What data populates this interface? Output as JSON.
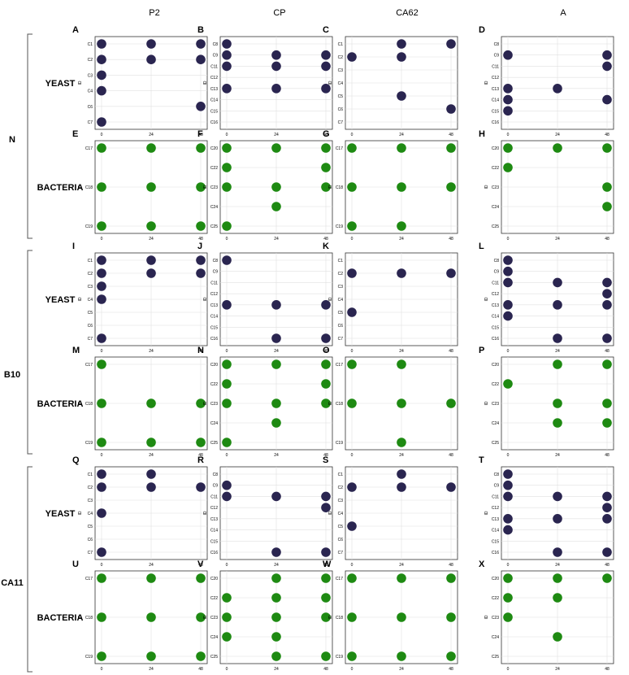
{
  "colors": {
    "yeast": "#2a2550",
    "bacteria": "#1e8a12",
    "grid": "#e0e0e0",
    "frame": "#333333"
  },
  "columns": [
    "P2",
    "CP",
    "CA62",
    "A"
  ],
  "groups": [
    {
      "label": "N",
      "rows": [
        "YEAST",
        "BACTERIA"
      ]
    },
    {
      "label": "B10",
      "rows": [
        "YEAST",
        "BACTERIA"
      ]
    },
    {
      "label": "CA11",
      "rows": [
        "YEAST",
        "BACTERIA"
      ]
    }
  ],
  "chart_data": [
    {
      "panel": "A",
      "type": "scatter",
      "organism": "yeast",
      "xlabel": "",
      "ylabel": "ID",
      "x_ticks": [
        "0",
        "24",
        "48"
      ],
      "y_categories": [
        "C1",
        "C2",
        "C3",
        "C4",
        "C6",
        "C7"
      ],
      "points": [
        [
          "0",
          "C1"
        ],
        [
          "24",
          "C1"
        ],
        [
          "48",
          "C1"
        ],
        [
          "0",
          "C2"
        ],
        [
          "24",
          "C2"
        ],
        [
          "48",
          "C2"
        ],
        [
          "0",
          "C3"
        ],
        [
          "0",
          "C4"
        ],
        [
          "48",
          "C6"
        ],
        [
          "0",
          "C7"
        ]
      ]
    },
    {
      "panel": "B",
      "type": "scatter",
      "organism": "yeast",
      "xlabel": "",
      "ylabel": "ID",
      "x_ticks": [
        "0",
        "24",
        "48"
      ],
      "y_categories": [
        "C8",
        "C9",
        "C11",
        "C12",
        "C13",
        "C14",
        "C15",
        "C16"
      ],
      "points": [
        [
          "0",
          "C8"
        ],
        [
          "0",
          "C9"
        ],
        [
          "24",
          "C9"
        ],
        [
          "48",
          "C9"
        ],
        [
          "0",
          "C11"
        ],
        [
          "24",
          "C11"
        ],
        [
          "48",
          "C11"
        ],
        [
          "0",
          "C13"
        ],
        [
          "24",
          "C13"
        ],
        [
          "48",
          "C13"
        ]
      ]
    },
    {
      "panel": "C",
      "type": "scatter",
      "organism": "yeast",
      "xlabel": "",
      "ylabel": "ID",
      "x_ticks": [
        "0",
        "24",
        "48"
      ],
      "y_categories": [
        "C1",
        "C2",
        "C3",
        "C4",
        "C5",
        "C6",
        "C7"
      ],
      "points": [
        [
          "24",
          "C1"
        ],
        [
          "48",
          "C1"
        ],
        [
          "0",
          "C2"
        ],
        [
          "24",
          "C2"
        ],
        [
          "24",
          "C5"
        ],
        [
          "48",
          "C6"
        ]
      ]
    },
    {
      "panel": "D",
      "type": "scatter",
      "organism": "yeast",
      "xlabel": "",
      "ylabel": "ID",
      "x_ticks": [
        "0",
        "24",
        "48"
      ],
      "y_categories": [
        "C8",
        "C9",
        "C11",
        "C12",
        "C13",
        "C14",
        "C15",
        "C16"
      ],
      "points": [
        [
          "0",
          "C9"
        ],
        [
          "48",
          "C9"
        ],
        [
          "48",
          "C11"
        ],
        [
          "0",
          "C13"
        ],
        [
          "24",
          "C13"
        ],
        [
          "0",
          "C14"
        ],
        [
          "48",
          "C14"
        ],
        [
          "0",
          "C15"
        ]
      ]
    },
    {
      "panel": "E",
      "type": "scatter",
      "organism": "bacteria",
      "xlabel": "",
      "ylabel": "ID",
      "x_ticks": [
        "0",
        "24",
        "48"
      ],
      "y_categories": [
        "C17",
        "C18",
        "C19"
      ],
      "points": [
        [
          "0",
          "C17"
        ],
        [
          "24",
          "C17"
        ],
        [
          "48",
          "C17"
        ],
        [
          "0",
          "C18"
        ],
        [
          "24",
          "C18"
        ],
        [
          "48",
          "C18"
        ],
        [
          "0",
          "C19"
        ],
        [
          "24",
          "C19"
        ],
        [
          "48",
          "C19"
        ]
      ]
    },
    {
      "panel": "F",
      "type": "scatter",
      "organism": "bacteria",
      "xlabel": "",
      "ylabel": "ID",
      "x_ticks": [
        "0",
        "24",
        "48"
      ],
      "y_categories": [
        "C20",
        "C22",
        "C23",
        "C24",
        "C25"
      ],
      "points": [
        [
          "0",
          "C20"
        ],
        [
          "24",
          "C20"
        ],
        [
          "48",
          "C20"
        ],
        [
          "0",
          "C22"
        ],
        [
          "48",
          "C22"
        ],
        [
          "0",
          "C23"
        ],
        [
          "24",
          "C23"
        ],
        [
          "48",
          "C23"
        ],
        [
          "24",
          "C24"
        ],
        [
          "0",
          "C25"
        ]
      ]
    },
    {
      "panel": "G",
      "type": "scatter",
      "organism": "bacteria",
      "xlabel": "",
      "ylabel": "ID",
      "x_ticks": [
        "0",
        "24",
        "48"
      ],
      "y_categories": [
        "C17",
        "C18",
        "C19"
      ],
      "points": [
        [
          "0",
          "C17"
        ],
        [
          "24",
          "C17"
        ],
        [
          "48",
          "C17"
        ],
        [
          "0",
          "C18"
        ],
        [
          "24",
          "C18"
        ],
        [
          "48",
          "C18"
        ],
        [
          "0",
          "C19"
        ],
        [
          "24",
          "C19"
        ]
      ]
    },
    {
      "panel": "H",
      "type": "scatter",
      "organism": "bacteria",
      "xlabel": "",
      "ylabel": "ID",
      "x_ticks": [
        "0",
        "24",
        "48"
      ],
      "y_categories": [
        "C20",
        "C22",
        "C23",
        "C24",
        "C25"
      ],
      "points": [
        [
          "0",
          "C20"
        ],
        [
          "24",
          "C20"
        ],
        [
          "48",
          "C20"
        ],
        [
          "0",
          "C22"
        ],
        [
          "48",
          "C23"
        ],
        [
          "48",
          "C24"
        ]
      ]
    },
    {
      "panel": "I",
      "type": "scatter",
      "organism": "yeast",
      "xlabel": "",
      "ylabel": "ID",
      "x_ticks": [
        "0",
        "24",
        "48"
      ],
      "y_categories": [
        "C1",
        "C2",
        "C3",
        "C4",
        "C5",
        "C6",
        "C7"
      ],
      "points": [
        [
          "0",
          "C1"
        ],
        [
          "24",
          "C1"
        ],
        [
          "48",
          "C1"
        ],
        [
          "0",
          "C2"
        ],
        [
          "24",
          "C2"
        ],
        [
          "48",
          "C2"
        ],
        [
          "0",
          "C3"
        ],
        [
          "0",
          "C4"
        ],
        [
          "0",
          "C7"
        ]
      ]
    },
    {
      "panel": "J",
      "type": "scatter",
      "organism": "yeast",
      "xlabel": "",
      "ylabel": "ID",
      "x_ticks": [
        "0",
        "24",
        "48"
      ],
      "y_categories": [
        "C8",
        "C9",
        "C11",
        "C12",
        "C13",
        "C14",
        "C15",
        "C16"
      ],
      "points": [
        [
          "0",
          "C8"
        ],
        [
          "0",
          "C13"
        ],
        [
          "24",
          "C13"
        ],
        [
          "48",
          "C13"
        ],
        [
          "24",
          "C16"
        ],
        [
          "48",
          "C16"
        ]
      ]
    },
    {
      "panel": "K",
      "type": "scatter",
      "organism": "yeast",
      "xlabel": "",
      "ylabel": "ID",
      "x_ticks": [
        "0",
        "24",
        "48"
      ],
      "y_categories": [
        "C1",
        "C2",
        "C3",
        "C4",
        "C5",
        "C6",
        "C7"
      ],
      "points": [
        [
          "0",
          "C2"
        ],
        [
          "24",
          "C2"
        ],
        [
          "48",
          "C2"
        ],
        [
          "0",
          "C5"
        ]
      ]
    },
    {
      "panel": "L",
      "type": "scatter",
      "organism": "yeast",
      "xlabel": "",
      "ylabel": "ID",
      "x_ticks": [
        "0",
        "24",
        "48"
      ],
      "y_categories": [
        "C8",
        "C9",
        "C11",
        "C12",
        "C13",
        "C14",
        "C15",
        "C16"
      ],
      "points": [
        [
          "0",
          "C8"
        ],
        [
          "0",
          "C9"
        ],
        [
          "0",
          "C11"
        ],
        [
          "24",
          "C11"
        ],
        [
          "48",
          "C11"
        ],
        [
          "48",
          "C12"
        ],
        [
          "0",
          "C13"
        ],
        [
          "24",
          "C13"
        ],
        [
          "48",
          "C13"
        ],
        [
          "0",
          "C14"
        ],
        [
          "24",
          "C16"
        ],
        [
          "48",
          "C16"
        ]
      ]
    },
    {
      "panel": "M",
      "type": "scatter",
      "organism": "bacteria",
      "xlabel": "",
      "ylabel": "ID",
      "x_ticks": [
        "0",
        "24",
        "48"
      ],
      "y_categories": [
        "C17",
        "C18",
        "C19"
      ],
      "points": [
        [
          "0",
          "C17"
        ],
        [
          "0",
          "C18"
        ],
        [
          "24",
          "C18"
        ],
        [
          "48",
          "C18"
        ],
        [
          "0",
          "C19"
        ],
        [
          "24",
          "C19"
        ],
        [
          "48",
          "C19"
        ]
      ]
    },
    {
      "panel": "N",
      "type": "scatter",
      "organism": "bacteria",
      "xlabel": "",
      "ylabel": "ID",
      "x_ticks": [
        "0",
        "24",
        "48"
      ],
      "y_categories": [
        "C20",
        "C22",
        "C23",
        "C24",
        "C25"
      ],
      "points": [
        [
          "0",
          "C20"
        ],
        [
          "24",
          "C20"
        ],
        [
          "48",
          "C20"
        ],
        [
          "0",
          "C22"
        ],
        [
          "48",
          "C22"
        ],
        [
          "0",
          "C23"
        ],
        [
          "24",
          "C23"
        ],
        [
          "48",
          "C23"
        ],
        [
          "24",
          "C24"
        ],
        [
          "0",
          "C25"
        ]
      ]
    },
    {
      "panel": "O",
      "type": "scatter",
      "organism": "bacteria",
      "xlabel": "",
      "ylabel": "ID",
      "x_ticks": [
        "0",
        "24",
        "48"
      ],
      "y_categories": [
        "C17",
        "C18",
        "C19"
      ],
      "points": [
        [
          "0",
          "C17"
        ],
        [
          "24",
          "C17"
        ],
        [
          "0",
          "C18"
        ],
        [
          "24",
          "C18"
        ],
        [
          "48",
          "C18"
        ],
        [
          "24",
          "C19"
        ]
      ]
    },
    {
      "panel": "P",
      "type": "scatter",
      "organism": "bacteria",
      "xlabel": "",
      "ylabel": "ID",
      "x_ticks": [
        "0",
        "24",
        "48"
      ],
      "y_categories": [
        "C20",
        "C22",
        "C23",
        "C24",
        "C25"
      ],
      "points": [
        [
          "24",
          "C20"
        ],
        [
          "48",
          "C20"
        ],
        [
          "0",
          "C22"
        ],
        [
          "24",
          "C23"
        ],
        [
          "48",
          "C23"
        ],
        [
          "24",
          "C24"
        ],
        [
          "48",
          "C24"
        ]
      ]
    },
    {
      "panel": "Q",
      "type": "scatter",
      "organism": "yeast",
      "xlabel": "",
      "ylabel": "ID",
      "x_ticks": [
        "0",
        "24",
        "48"
      ],
      "y_categories": [
        "C1",
        "C2",
        "C3",
        "C4",
        "C5",
        "C6",
        "C7"
      ],
      "points": [
        [
          "0",
          "C1"
        ],
        [
          "24",
          "C1"
        ],
        [
          "0",
          "C2"
        ],
        [
          "24",
          "C2"
        ],
        [
          "48",
          "C2"
        ],
        [
          "0",
          "C4"
        ],
        [
          "0",
          "C7"
        ]
      ]
    },
    {
      "panel": "R",
      "type": "scatter",
      "organism": "yeast",
      "xlabel": "",
      "ylabel": "ID",
      "x_ticks": [
        "0",
        "24",
        "48"
      ],
      "y_categories": [
        "C8",
        "C9",
        "C11",
        "C12",
        "C13",
        "C14",
        "C15",
        "C16"
      ],
      "points": [
        [
          "0",
          "C9"
        ],
        [
          "0",
          "C11"
        ],
        [
          "24",
          "C11"
        ],
        [
          "48",
          "C11"
        ],
        [
          "48",
          "C12"
        ],
        [
          "24",
          "C16"
        ],
        [
          "48",
          "C16"
        ]
      ]
    },
    {
      "panel": "S",
      "type": "scatter",
      "organism": "yeast",
      "xlabel": "",
      "ylabel": "ID",
      "x_ticks": [
        "0",
        "24",
        "48"
      ],
      "y_categories": [
        "C1",
        "C2",
        "C3",
        "C4",
        "C5",
        "C6",
        "C7"
      ],
      "points": [
        [
          "24",
          "C1"
        ],
        [
          "0",
          "C2"
        ],
        [
          "24",
          "C2"
        ],
        [
          "48",
          "C2"
        ],
        [
          "0",
          "C5"
        ]
      ]
    },
    {
      "panel": "T",
      "type": "scatter",
      "organism": "yeast",
      "xlabel": "",
      "ylabel": "ID",
      "x_ticks": [
        "0",
        "24",
        "48"
      ],
      "y_categories": [
        "C8",
        "C9",
        "C11",
        "C12",
        "C13",
        "C14",
        "C15",
        "C16"
      ],
      "points": [
        [
          "0",
          "C8"
        ],
        [
          "0",
          "C9"
        ],
        [
          "0",
          "C11"
        ],
        [
          "24",
          "C11"
        ],
        [
          "48",
          "C11"
        ],
        [
          "48",
          "C12"
        ],
        [
          "0",
          "C13"
        ],
        [
          "24",
          "C13"
        ],
        [
          "48",
          "C13"
        ],
        [
          "0",
          "C14"
        ],
        [
          "24",
          "C16"
        ],
        [
          "48",
          "C16"
        ]
      ]
    },
    {
      "panel": "U",
      "type": "scatter",
      "organism": "bacteria",
      "xlabel": "",
      "ylabel": "ID",
      "x_ticks": [
        "0",
        "24",
        "48"
      ],
      "y_categories": [
        "C17",
        "C18",
        "C19"
      ],
      "points": [
        [
          "0",
          "C17"
        ],
        [
          "24",
          "C17"
        ],
        [
          "48",
          "C17"
        ],
        [
          "0",
          "C18"
        ],
        [
          "24",
          "C18"
        ],
        [
          "48",
          "C18"
        ],
        [
          "0",
          "C19"
        ],
        [
          "24",
          "C19"
        ],
        [
          "48",
          "C19"
        ]
      ]
    },
    {
      "panel": "V",
      "type": "scatter",
      "organism": "bacteria",
      "xlabel": "",
      "ylabel": "ID",
      "x_ticks": [
        "0",
        "24",
        "48"
      ],
      "y_categories": [
        "C20",
        "C22",
        "C23",
        "C24",
        "C25"
      ],
      "points": [
        [
          "24",
          "C20"
        ],
        [
          "48",
          "C20"
        ],
        [
          "0",
          "C22"
        ],
        [
          "24",
          "C22"
        ],
        [
          "48",
          "C22"
        ],
        [
          "0",
          "C23"
        ],
        [
          "24",
          "C23"
        ],
        [
          "48",
          "C23"
        ],
        [
          "0",
          "C24"
        ],
        [
          "24",
          "C24"
        ],
        [
          "24",
          "C25"
        ],
        [
          "48",
          "C25"
        ]
      ]
    },
    {
      "panel": "W",
      "type": "scatter",
      "organism": "bacteria",
      "xlabel": "",
      "ylabel": "ID",
      "x_ticks": [
        "0",
        "24",
        "48"
      ],
      "y_categories": [
        "C17",
        "C18",
        "C19"
      ],
      "points": [
        [
          "0",
          "C17"
        ],
        [
          "24",
          "C17"
        ],
        [
          "48",
          "C17"
        ],
        [
          "0",
          "C18"
        ],
        [
          "24",
          "C18"
        ],
        [
          "48",
          "C18"
        ],
        [
          "0",
          "C19"
        ],
        [
          "24",
          "C19"
        ],
        [
          "48",
          "C19"
        ]
      ]
    },
    {
      "panel": "X",
      "type": "scatter",
      "organism": "bacteria",
      "xlabel": "",
      "ylabel": "ID",
      "x_ticks": [
        "0",
        "24",
        "48"
      ],
      "y_categories": [
        "C20",
        "C22",
        "C23",
        "C24",
        "C25"
      ],
      "points": [
        [
          "0",
          "C20"
        ],
        [
          "24",
          "C20"
        ],
        [
          "48",
          "C20"
        ],
        [
          "0",
          "C22"
        ],
        [
          "24",
          "C22"
        ],
        [
          "0",
          "C23"
        ],
        [
          "24",
          "C24"
        ]
      ]
    }
  ]
}
